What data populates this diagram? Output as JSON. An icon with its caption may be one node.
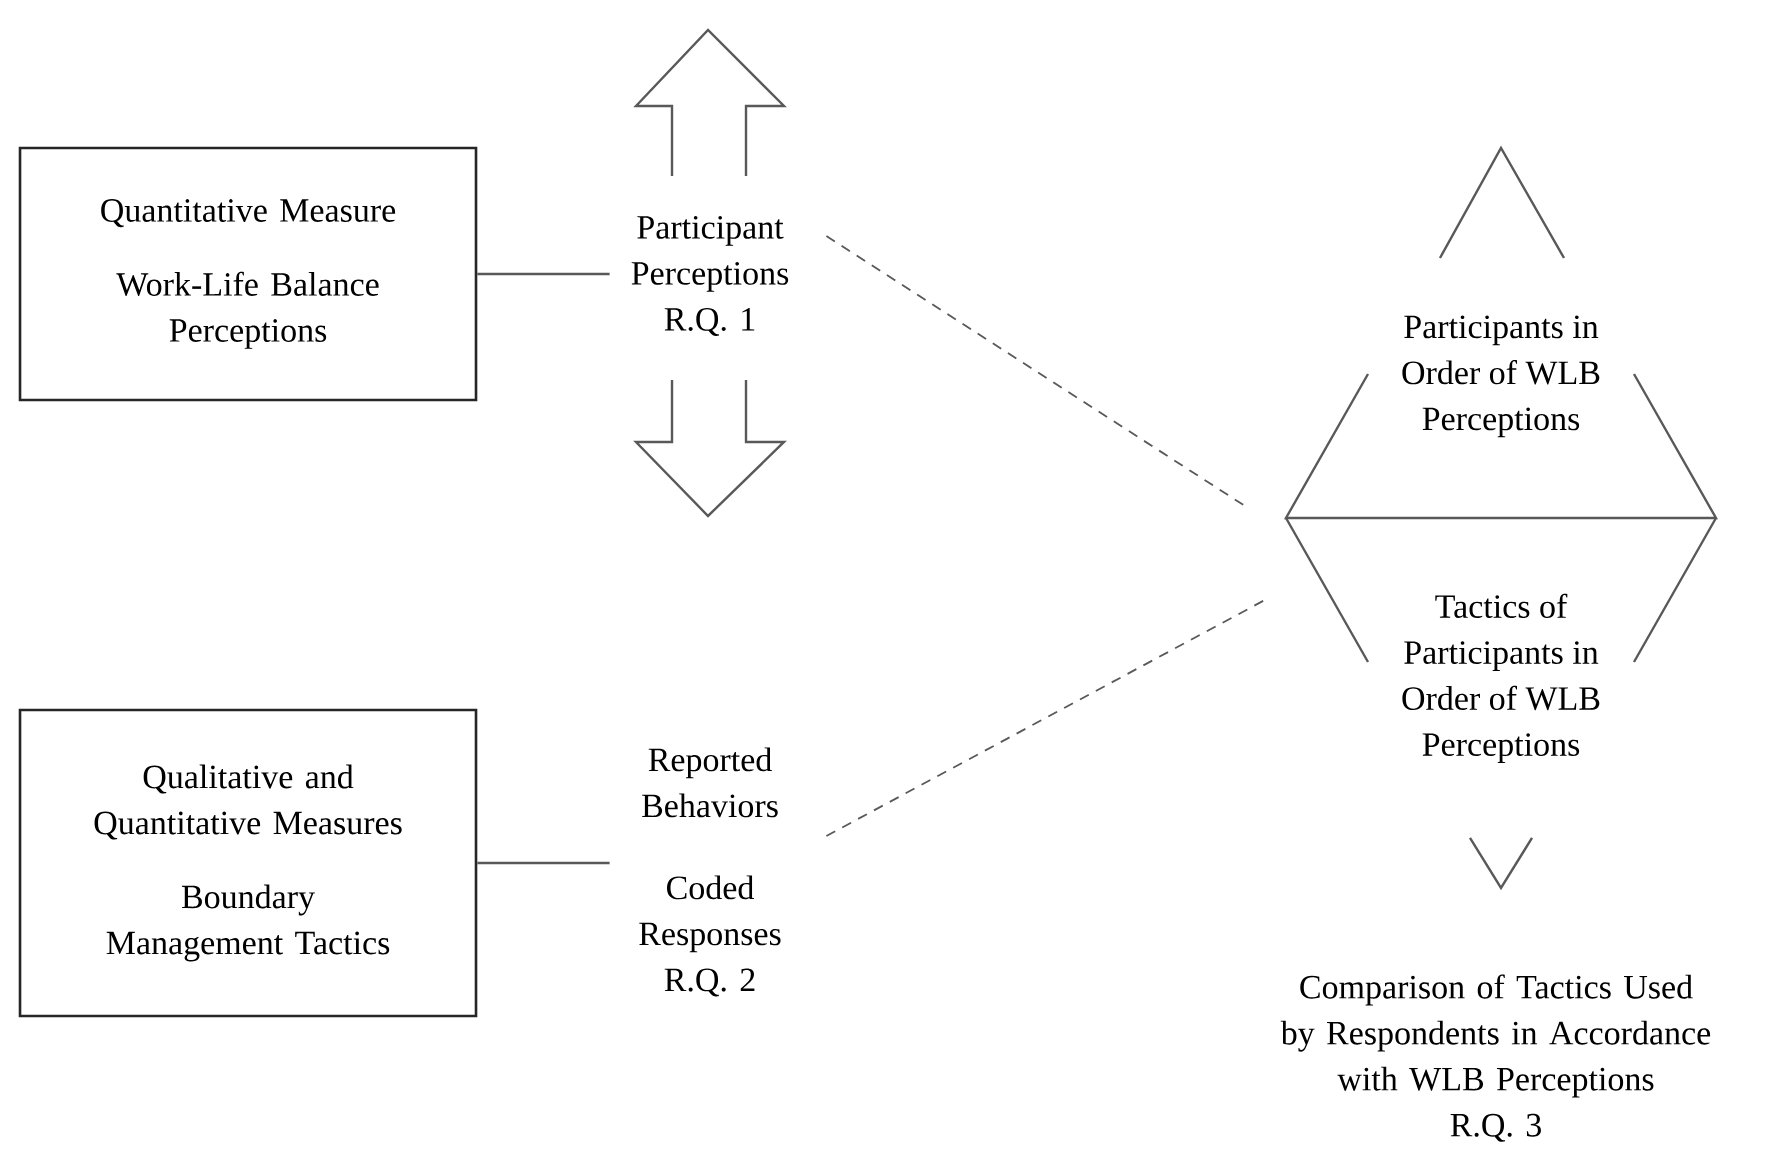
{
  "diagram": {
    "nodes": [
      {
        "text": [
          "Quantitative Measure",
          "Work-Life Balance Perceptions"
        ]
      },
      {
        "text": [
          "Participant Perceptions R.Q. 1"
        ]
      },
      {
        "text": [
          "Participants in Order of WLB Perceptions"
        ]
      },
      {
        "text": [
          "Tactics of Participants in Order of WLB Perceptions"
        ],
        "beside": [
          "Comparison of Tactics Used by Respondents in Accordance with WLB Perceptions",
          "R.Q. 3"
        ]
      },
      {
        "text": [
          "Qualitative and Quantitative Measures",
          "Boundary Management Tactics"
        ]
      },
      {
        "text": [
          "Reported Behaviors",
          "Coded Responses R.Q. 2"
        ]
      }
    ],
    "edges": [
      {
        "from": 0,
        "to": 1,
        "arrow": "none"
      },
      {
        "from": 1,
        "to": 2,
        "arrow": "none",
        "style": "dashed"
      },
      {
        "from": 4,
        "to": 5,
        "arrow": "none"
      },
      {
        "from": 5,
        "to": 3,
        "arrow": "none",
        "style": "dashed"
      }
    ]
  }
}
